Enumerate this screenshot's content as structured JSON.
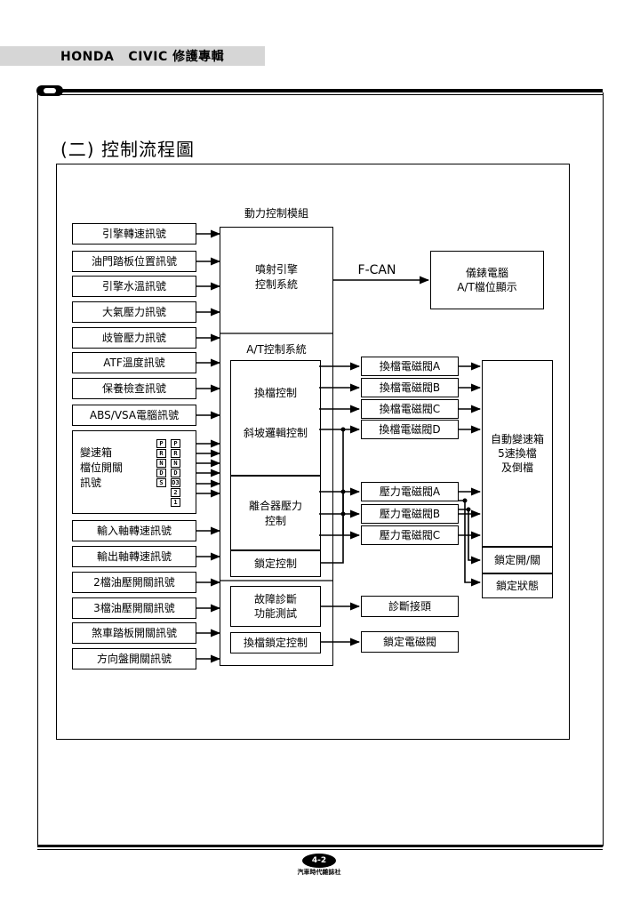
{
  "header": {
    "title": "HONDA   CIVIC 修護專輯"
  },
  "section_title": "(二) 控制流程圖",
  "page": {
    "number": "4-2",
    "publisher": "汽車時代雜誌社"
  },
  "diagram": {
    "inputs": [
      "引擎轉速訊號",
      "油門踏板位置訊號",
      "引擎水溫訊號",
      "大氣壓力訊號",
      "歧管壓力訊號",
      "ATF溫度訊號",
      "保養檢查訊號",
      "ABS/VSA電腦訊號"
    ],
    "shift_switch": {
      "label": "變速箱\n檔位開關\n訊號",
      "col1": [
        "P",
        "R",
        "N",
        "D",
        "S"
      ],
      "col2": [
        "P",
        "R",
        "N",
        "D",
        "D3",
        "2",
        "1"
      ]
    },
    "inputs_lower": [
      "輸入軸轉速訊號",
      "輸出軸轉速訊號",
      "2檔油壓開關訊號",
      "3檔油壓開關訊號",
      "煞車踏板開關訊號",
      "方向盤開關訊號"
    ],
    "pcm": {
      "title": "動力控制模組",
      "injection": "噴射引擎\n控制系統",
      "at_title": "A/T控制系統",
      "shift_control": "換檔控制",
      "slope_logic": "斜坡邏輯控制",
      "clutch_pressure": "離合器壓力\n控制",
      "lock_control": "鎖定控制",
      "diagnosis": "故障診斷\n功能測試",
      "shift_lock": "換檔鎖定控制"
    },
    "fcan": "F-CAN",
    "meter": "儀錶電腦\nA/T檔位顯示",
    "shift_solenoids": [
      "換檔電磁閥A",
      "換檔電磁閥B",
      "換檔電磁閥C",
      "換檔電磁閥D"
    ],
    "pressure_solenoids": [
      "壓力電磁閥A",
      "壓力電磁閥B",
      "壓力電磁閥C"
    ],
    "transmission": "自動變速箱\n5速換檔\n及倒檔",
    "lock_switch": "鎖定開/關",
    "lock_state": "鎖定狀態",
    "diag_connector": "診斷接頭",
    "lock_solenoid": "鎖定電磁閥"
  }
}
